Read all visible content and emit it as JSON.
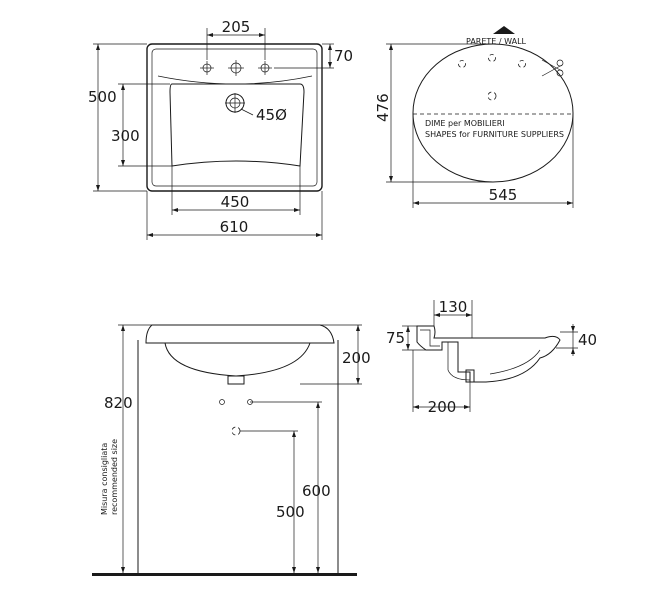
{
  "top_view": {
    "dim_holes_spacing": "205",
    "dim_ledge": "70",
    "dim_depth_total": "500",
    "dim_bowl_depth": "300",
    "dim_drain": "45Ø",
    "dim_bowl_width": "450",
    "dim_total_width": "610"
  },
  "template_view": {
    "wall_label": "PARETE  / WALL",
    "label_line1": "DIME per MOBILIERI",
    "label_line2": "SHAPES for FURNITURE SUPPLIERS",
    "dim_height": "476",
    "dim_width": "545"
  },
  "front_view": {
    "dim_basin_height": "200",
    "dim_total_height": "820",
    "dim_tap_height": "600",
    "dim_drain_height": "500",
    "note_line1": "Misura consigliata",
    "note_line2": "recommended size"
  },
  "section_view": {
    "dim_130": "130",
    "dim_75": "75",
    "dim_40": "40",
    "dim_200": "200"
  }
}
